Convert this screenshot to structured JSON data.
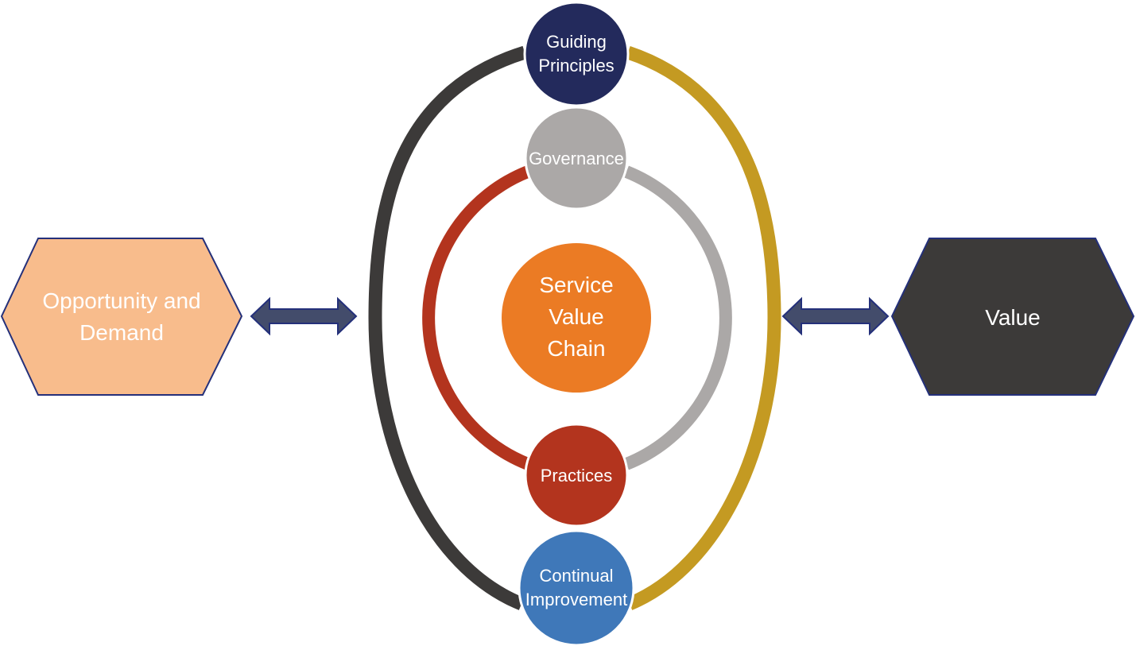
{
  "nodes": {
    "guiding_principles": {
      "line1": "Guiding",
      "line2": "Principles",
      "color": "#232a5c"
    },
    "governance": {
      "label": "Governance",
      "color": "#aba8a7"
    },
    "service_value_chain": {
      "line1": "Service",
      "line2": "Value",
      "line3": "Chain",
      "color": "#eb7b24"
    },
    "practices": {
      "label": "Practices",
      "color": "#b3341e"
    },
    "continual_improvement": {
      "line1": "Continual",
      "line2": "Improvement",
      "color": "#3f78b9"
    },
    "opportunity_and_demand": {
      "line1": "Opportunity and",
      "line2": "Demand",
      "color": "#f8bc8c"
    },
    "value": {
      "label": "Value",
      "color": "#3c3a39"
    }
  },
  "colors": {
    "outer_left_arc": "#3c3a39",
    "outer_right_arc": "#c49a22",
    "inner_left_arc": "#b3341e",
    "inner_right_arc": "#aba8a7",
    "arrow_fill": "#434c6b",
    "outline": "#24307a"
  }
}
